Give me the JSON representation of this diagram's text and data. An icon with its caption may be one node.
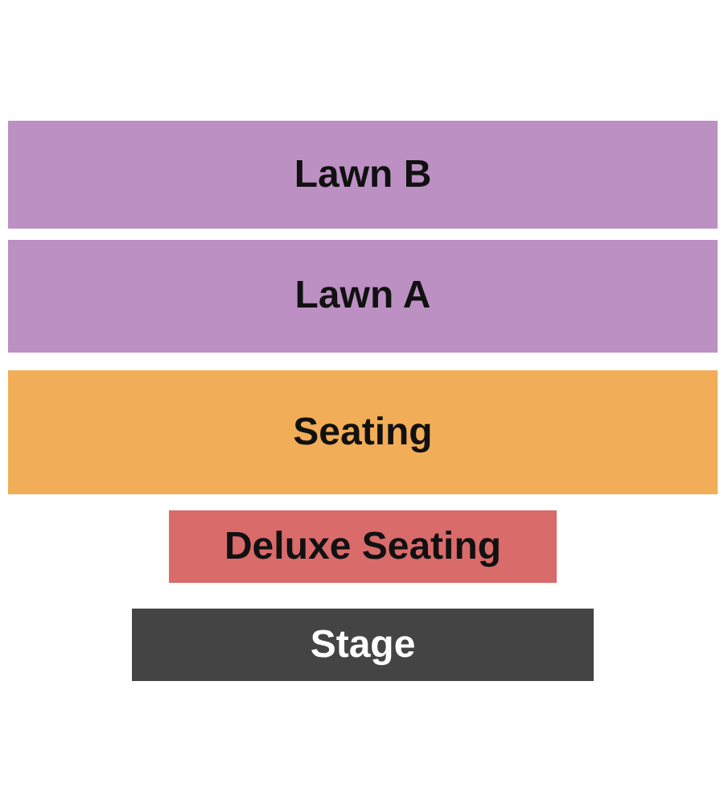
{
  "diagram": {
    "nodes": [
      {
        "text": [
          "Lawn B"
        ]
      },
      {
        "text": [
          "Lawn A"
        ]
      },
      {
        "text": [
          "Seating"
        ]
      },
      {
        "text": [
          "Deluxe Seating"
        ]
      },
      {
        "text": [
          "Stage"
        ]
      }
    ]
  }
}
